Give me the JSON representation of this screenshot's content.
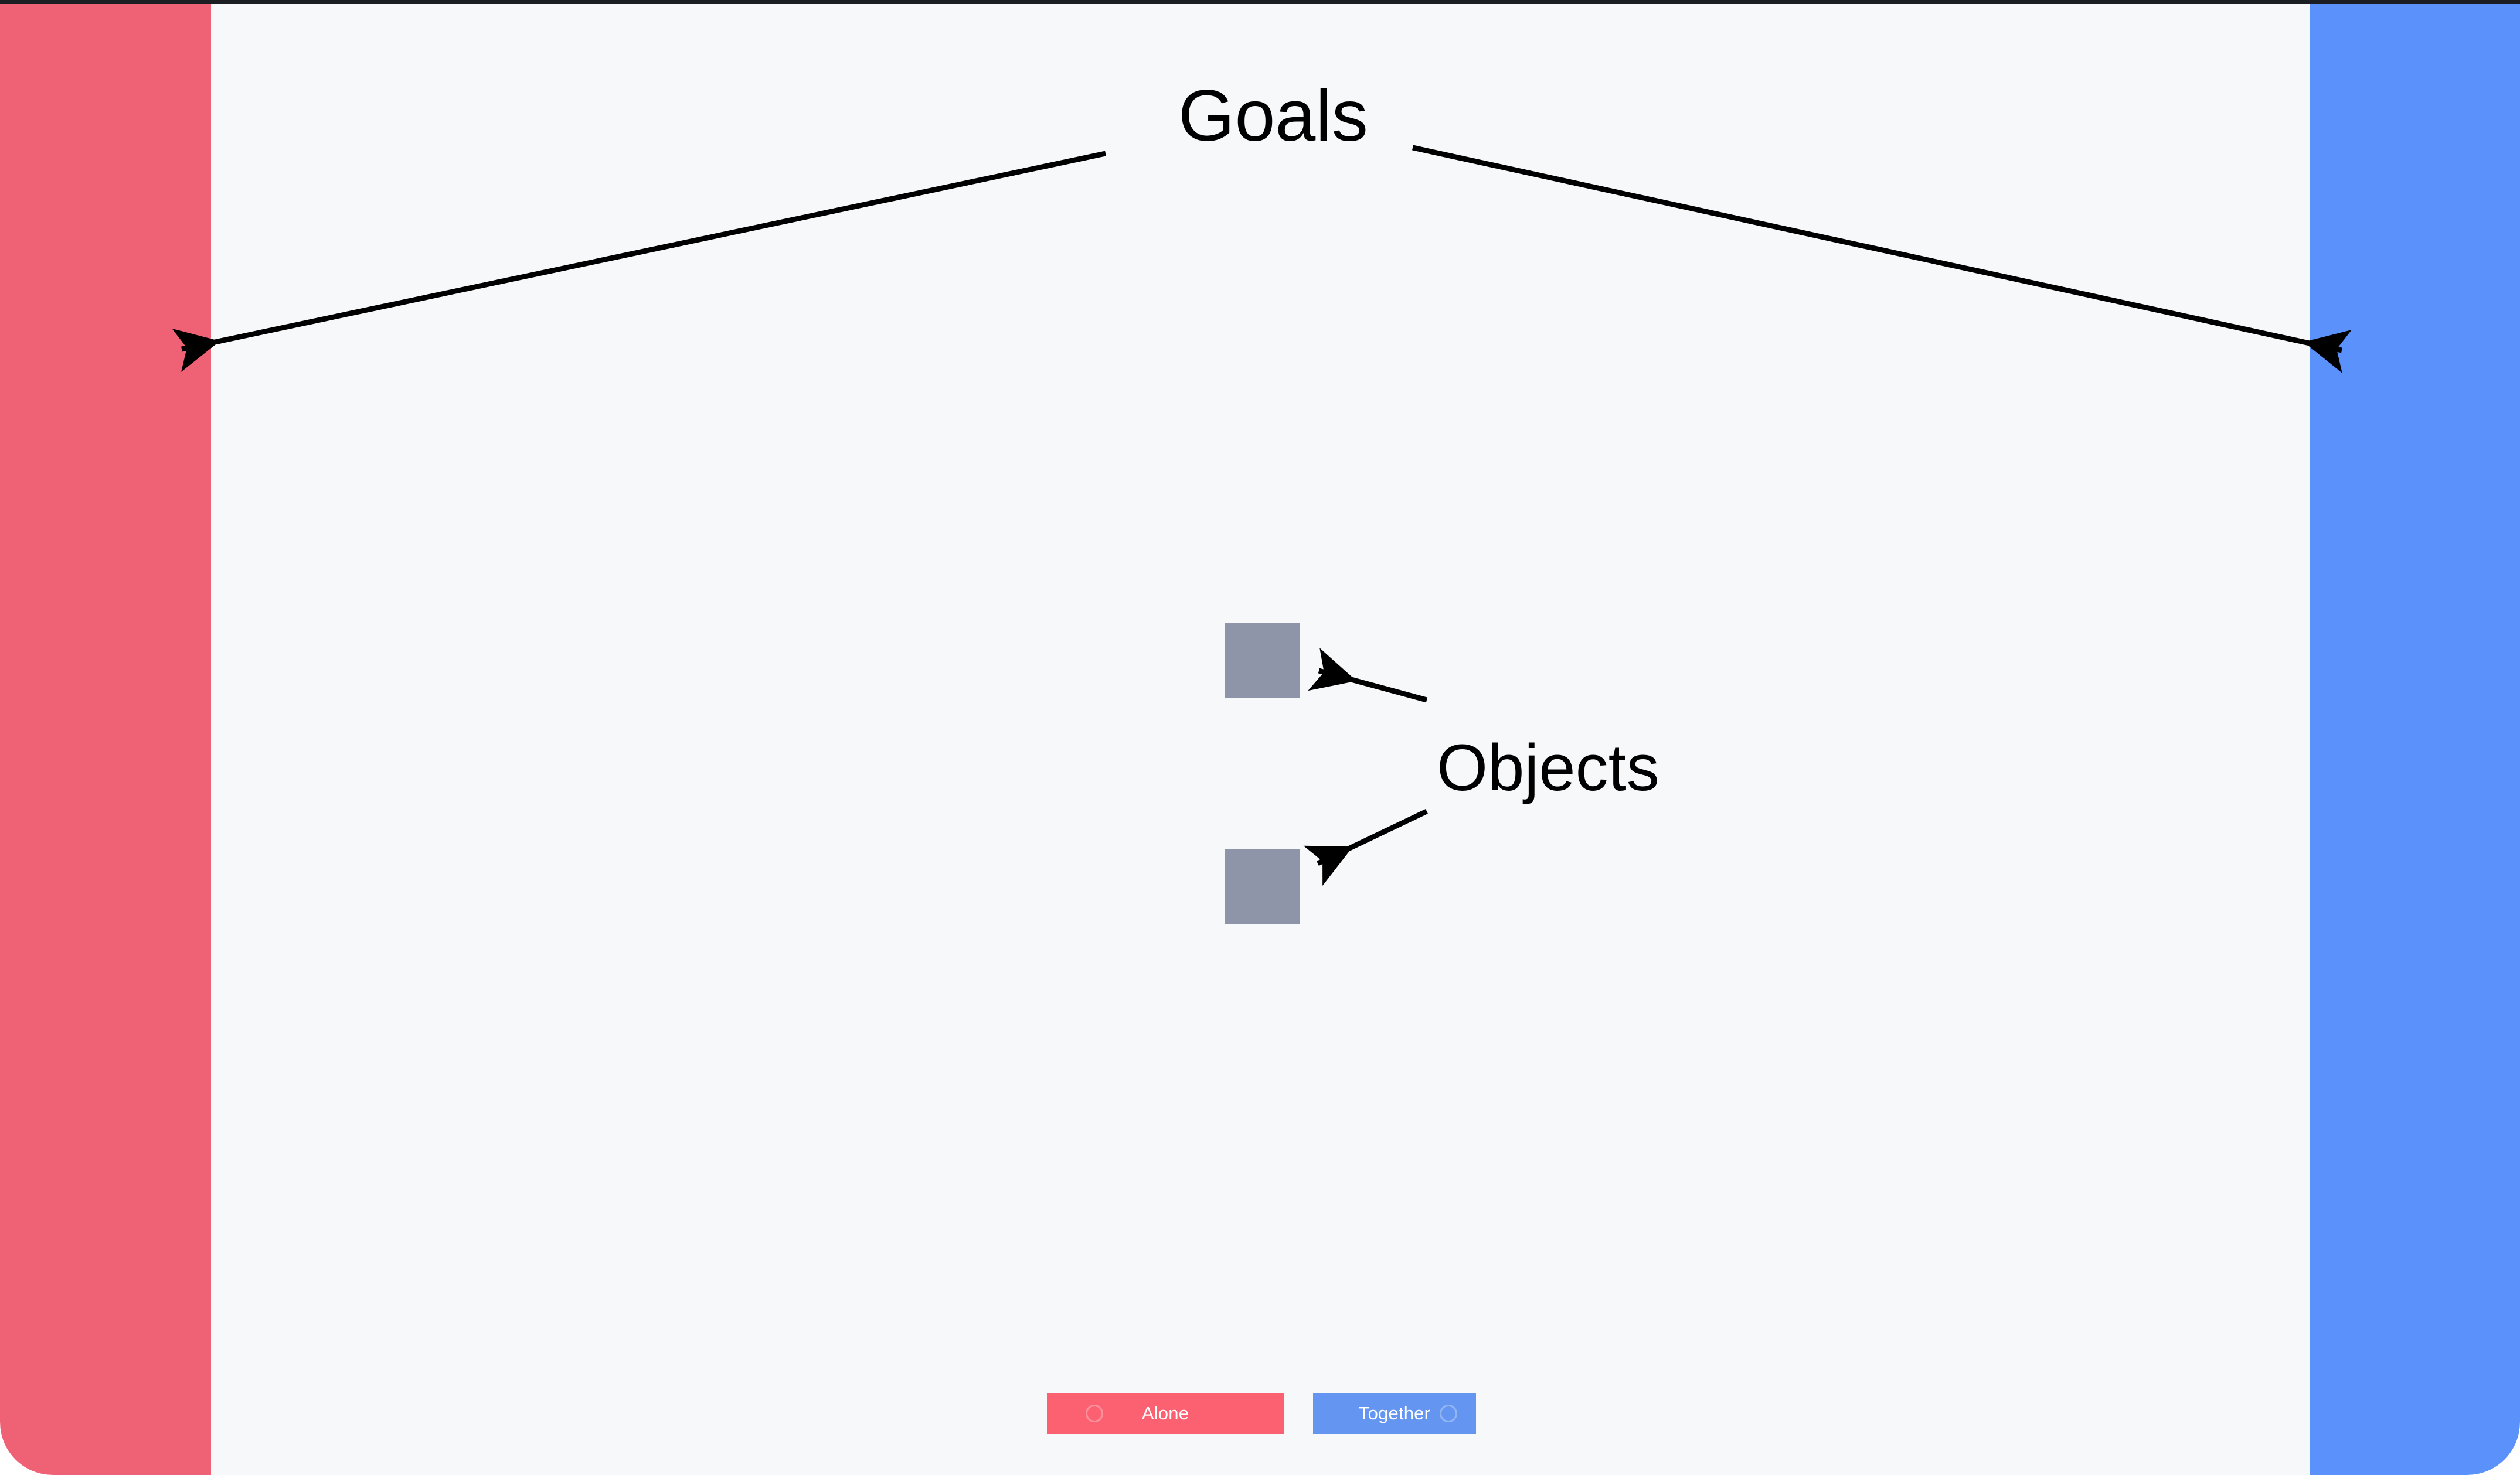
{
  "scene": {
    "background_color": "#f7f8fa",
    "top_rule_color": "#1b1f24"
  },
  "goal_zones": [
    {
      "name": "left-goal-zone",
      "side": "left",
      "color": "#ef6275",
      "team": "Alone"
    },
    {
      "name": "right-goal-zone",
      "side": "right",
      "color": "#5b91fa",
      "team": "Together"
    }
  ],
  "objects": [
    {
      "name": "object-top",
      "color": "#8f95a8"
    },
    {
      "name": "object-bottom",
      "color": "#8f95a8"
    }
  ],
  "annotations": {
    "goals_label": "Goals",
    "objects_label": "Objects",
    "arrow_color": "#000000",
    "goals_arrow_targets": [
      "left-goal-zone",
      "right-goal-zone"
    ],
    "objects_arrow_targets": [
      "object-top",
      "object-bottom"
    ]
  },
  "controls": {
    "buttons": [
      {
        "id": "alone",
        "label": "Alone",
        "color": "#fc6172",
        "text_color": "#ffffff",
        "indicator": "radio-circle",
        "indicator_side": "left"
      },
      {
        "id": "together",
        "label": "Together",
        "color": "#6495f0",
        "text_color": "#ffffff",
        "indicator": "radio-circle",
        "indicator_side": "right"
      }
    ]
  }
}
